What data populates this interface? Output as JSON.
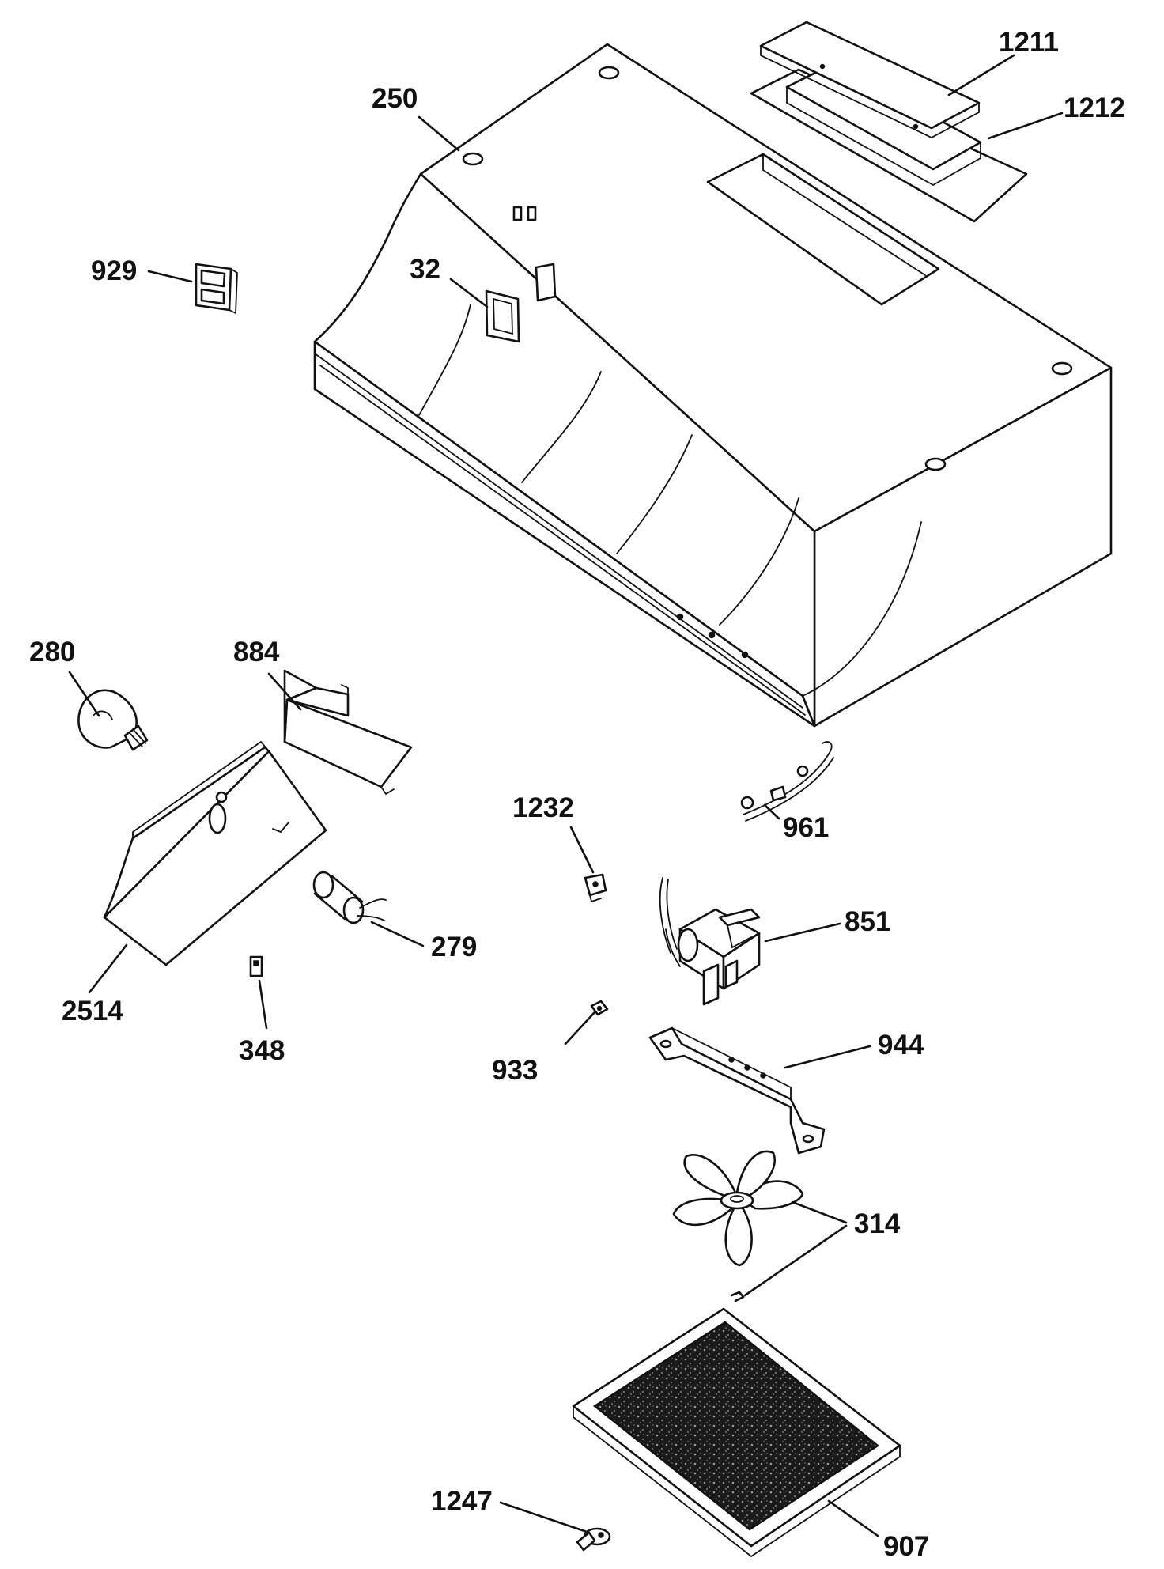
{
  "callouts": {
    "c1211": "1211",
    "c1212": "1212",
    "c250": "250",
    "c929": "929",
    "c32": "32",
    "c280": "280",
    "c884": "884",
    "c1232": "1232",
    "c961": "961",
    "c851": "851",
    "c279": "279",
    "c2514": "2514",
    "c348": "348",
    "c933": "933",
    "c944": "944",
    "c314": "314",
    "c1247": "1247",
    "c907": "907"
  },
  "colors": {
    "ink": "#111111",
    "paper": "#ffffff"
  }
}
